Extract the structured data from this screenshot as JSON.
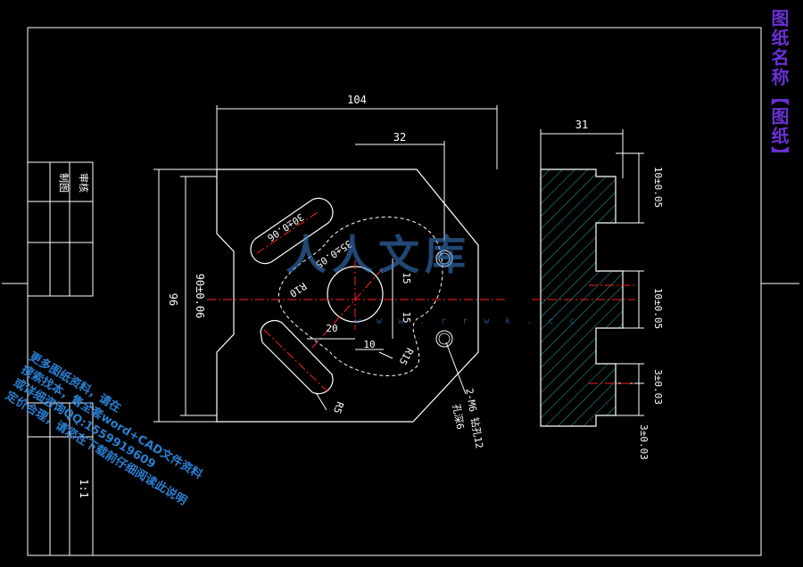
{
  "drawing": {
    "title_block": {
      "label_1": "制图",
      "label_2": "审核",
      "scale": "1:1"
    },
    "side_title": "图纸名称【图纸】",
    "plan_view": {
      "dim_width": "104",
      "dim_hole_offset": "32",
      "dim_height_outer": "96",
      "dim_height_inner": "90±0.06",
      "dim_slot_upper": "30±0.06",
      "dim_slot_diag": "35±0.05",
      "dim_radius_r10": "R10",
      "dim_radius_r15": "R15",
      "dim_radius_r5": "R5",
      "dim_15_upper": "15",
      "dim_15_lower": "15",
      "dim_20": "20",
      "dim_10": "10",
      "thread_note_1": "2-M6 钻孔12",
      "thread_note_2": "孔深6"
    },
    "section_view": {
      "dim_thickness": "31",
      "dim_step_1": "10±0.05",
      "dim_step_2": "10±0.05",
      "dim_step_3": "3±0.03",
      "dim_step_4": "3±0.03"
    },
    "watermark": {
      "line_1": "更多图纸资料，请在",
      "line_2": "搜索找本，售全套word+CAD文件资料",
      "line_3": "或详细咨询QQ:1559919609",
      "line_4": "定价合理，请您在下载前仔细阅读此说明",
      "logo": "人人文库",
      "url": "w w w . r r w k . c c"
    },
    "colors": {
      "line": "#ffffff",
      "center": "#ff2020",
      "hatch": "#19b3a6",
      "title": "#6b2fd6",
      "watermark": "#2a7fd0"
    }
  }
}
